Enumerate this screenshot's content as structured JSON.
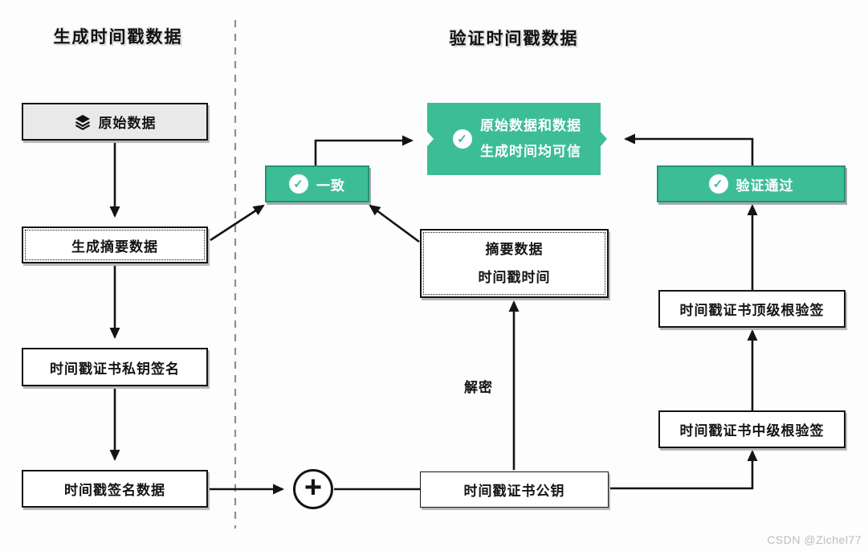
{
  "titles": {
    "left": "生成时间戳数据",
    "right": "验证时间戳数据"
  },
  "left_column": {
    "original_data": "原始数据",
    "generate_digest": "生成摘要数据",
    "private_key_sign": "时间戳证书私钥签名",
    "signature_data": "时间戳签名数据"
  },
  "middle": {
    "consistent": "一致",
    "trusted_line1": "原始数据和数据",
    "trusted_line2": "生成时间均可信",
    "digest_line1": "摘要数据",
    "digest_line2": "时间戳时间",
    "decrypt_label": "解密",
    "public_key": "时间戳证书公钥"
  },
  "right_column": {
    "verify_pass": "验证通过",
    "top_root_verify": "时间戳证书顶级根验签",
    "mid_root_verify": "时间戳证书中级根验签"
  },
  "icons": {
    "check": "✓",
    "plus": "+",
    "layers": "layers-icon"
  },
  "colors": {
    "green": "#3dbd96",
    "green_border": "#1f9378",
    "line": "#141414",
    "gray_fill": "#e9e9e9",
    "divider": "#8f8f8f"
  },
  "watermark": "CSDN @Zichel77"
}
